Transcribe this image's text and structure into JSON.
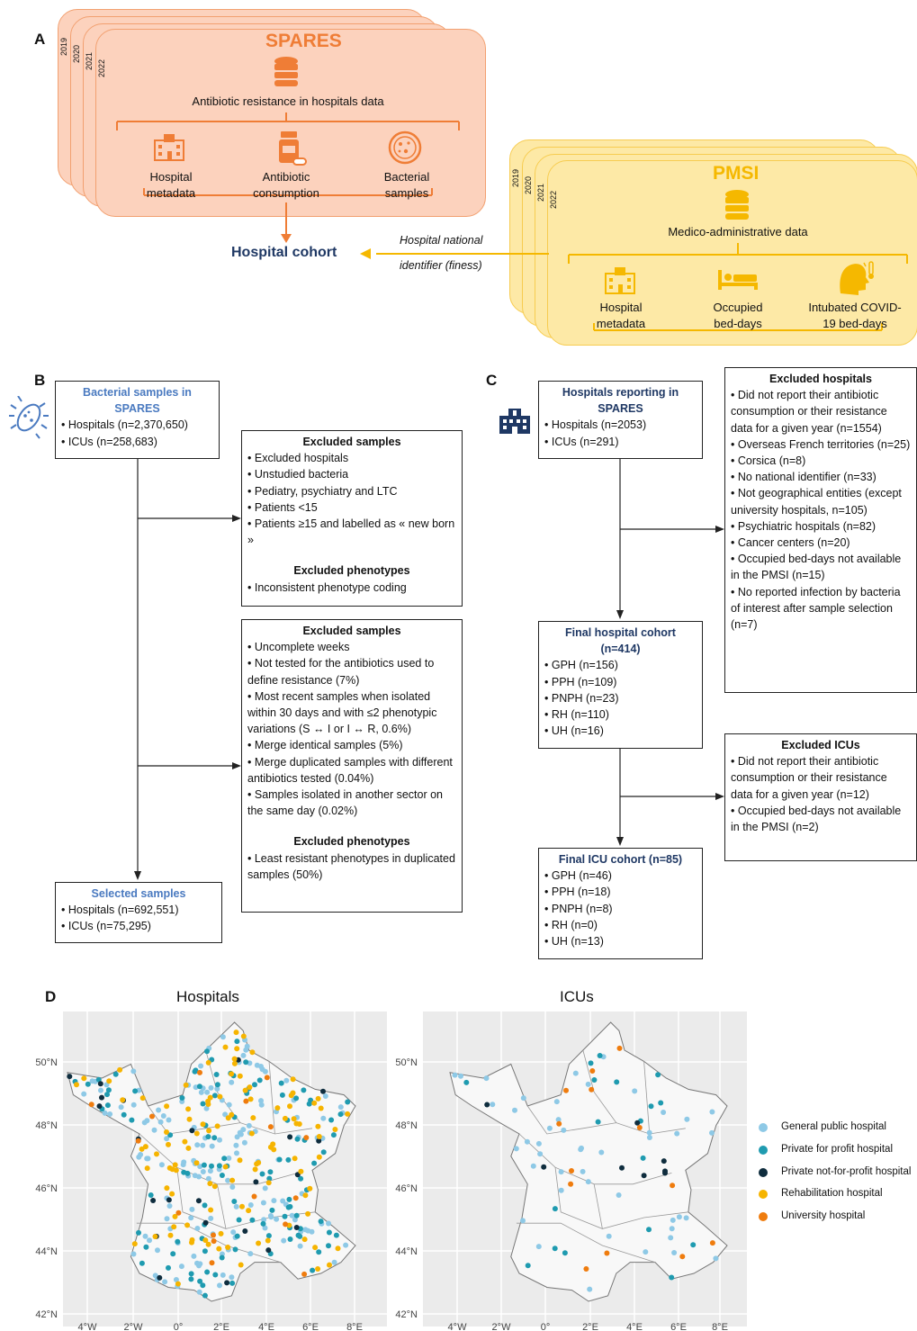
{
  "panels": {
    "a": "A",
    "b": "B",
    "c": "C",
    "d": "D"
  },
  "spares": {
    "title": "SPARES",
    "years": [
      "2019",
      "2020",
      "2021",
      "2022"
    ],
    "subtitle": "Antibiotic resistance in hospitals data",
    "items": [
      {
        "line1": "Hospital",
        "line2": "metadata",
        "icon": "hospital-icon"
      },
      {
        "line1": "Antibiotic",
        "line2": "consumption",
        "icon": "pill-bottle-icon"
      },
      {
        "line1": "Bacterial",
        "line2": "samples",
        "icon": "petri-dish-icon"
      }
    ],
    "color": "#ef7d36"
  },
  "pmsi": {
    "title": "PMSI",
    "years": [
      "2019",
      "2020",
      "2021",
      "2022"
    ],
    "subtitle": "Medico-administrative data",
    "items": [
      {
        "line1": "Hospital",
        "line2": "metadata",
        "icon": "hospital-icon"
      },
      {
        "line1": "Occupied",
        "line2": "bed-days",
        "icon": "bed-icon"
      },
      {
        "line1": "Intubated COVID-",
        "line2": "19 bed-days",
        "icon": "covid-patient-icon"
      }
    ],
    "color": "#f5b800"
  },
  "cohort": {
    "label": "Hospital cohort",
    "identifier_line1": "Hospital national",
    "identifier_line2": "identifier (finess)"
  },
  "panel_b": {
    "start": {
      "title_line1": "Bacterial samples in",
      "title_line2": "SPARES",
      "items": [
        "Hospitals (n=2,370,650)",
        "ICUs (n=258,683)"
      ]
    },
    "excl1": {
      "title": "Excluded samples",
      "items": [
        "Excluded hospitals",
        "Unstudied bacteria",
        "Pediatry, psychiatry and LTC",
        "Patients <15",
        "Patients ≥15 and labelled as « new born »"
      ],
      "pheno_title": "Excluded phenotypes",
      "pheno_items": [
        "Inconsistent phenotype coding"
      ]
    },
    "excl2": {
      "title": "Excluded samples",
      "items": [
        "Uncomplete weeks",
        "Not tested for the antibiotics used to define resistance (7%)",
        "Most recent samples when isolated within 30 days and with ≤2 phenotypic variations (S ↔ I or I ↔ R, 0.6%)",
        "Merge identical samples (5%)",
        "Merge duplicated samples with different antibiotics tested (0.04%)",
        "Samples isolated in another sector on the same day (0.02%)"
      ],
      "pheno_title": "Excluded phenotypes",
      "pheno_items": [
        "Least resistant phenotypes in duplicated samples (50%)"
      ]
    },
    "selected": {
      "title": "Selected samples",
      "items": [
        "Hospitals (n=692,551)",
        "ICUs (n=75,295)"
      ]
    }
  },
  "panel_c": {
    "start": {
      "title_line1": "Hospitals reporting in",
      "title_line2": "SPARES",
      "items": [
        "Hospitals (n=2053)",
        "ICUs (n=291)"
      ]
    },
    "excl_hosp": {
      "title": "Excluded hospitals",
      "items": [
        "Did not report their antibiotic consumption or their resistance data for a given year (n=1554)",
        "Overseas French territories (n=25)",
        "Corsica (n=8)",
        "No national identifier (n=33)",
        "Not geographical entities (except university hospitals, n=105)",
        "Psychiatric hospitals (n=82)",
        "Cancer centers (n=20)",
        "Occupied bed-days not available in the PMSI (n=15)",
        "No reported infection by bacteria of interest after sample selection (n=7)"
      ]
    },
    "final_hosp": {
      "title_line1": "Final hospital cohort",
      "title_line2": "(n=414)",
      "items": [
        "GPH (n=156)",
        "PPH (n=109)",
        "PNPH (n=23)",
        "RH (n=110)",
        "UH (n=16)"
      ]
    },
    "excl_icu": {
      "title": "Excluded ICUs",
      "items": [
        "Did not report their antibiotic consumption or their resistance data for a given year (n=12)",
        "Occupied bed-days not available in the PMSI (n=2)"
      ]
    },
    "final_icu": {
      "title": "Final ICU cohort (n=85)",
      "items": [
        "GPH (n=46)",
        "PPH (n=18)",
        "PNPH (n=8)",
        "RH (n=0)",
        "UH (n=13)"
      ]
    }
  },
  "panel_d": {
    "maps": [
      {
        "title": "Hospitals"
      },
      {
        "title": "ICUs"
      }
    ],
    "lat_ticks": [
      "50°N",
      "48°N",
      "46°N",
      "44°N",
      "42°N"
    ],
    "lon_ticks": [
      "4°W",
      "2°W",
      "0°",
      "2°E",
      "4°E",
      "6°E",
      "8°E"
    ],
    "legend": [
      {
        "label": "General public hospital",
        "color": "#8ec9e6"
      },
      {
        "label": "Private for profit hospital",
        "color": "#1f9bb0"
      },
      {
        "label": "Private not-for-profit hospital",
        "color": "#0f2d3e"
      },
      {
        "label": "Rehabilitation hospital",
        "color": "#f6b400"
      },
      {
        "label": "University hospital",
        "color": "#ef7c0e"
      }
    ]
  }
}
